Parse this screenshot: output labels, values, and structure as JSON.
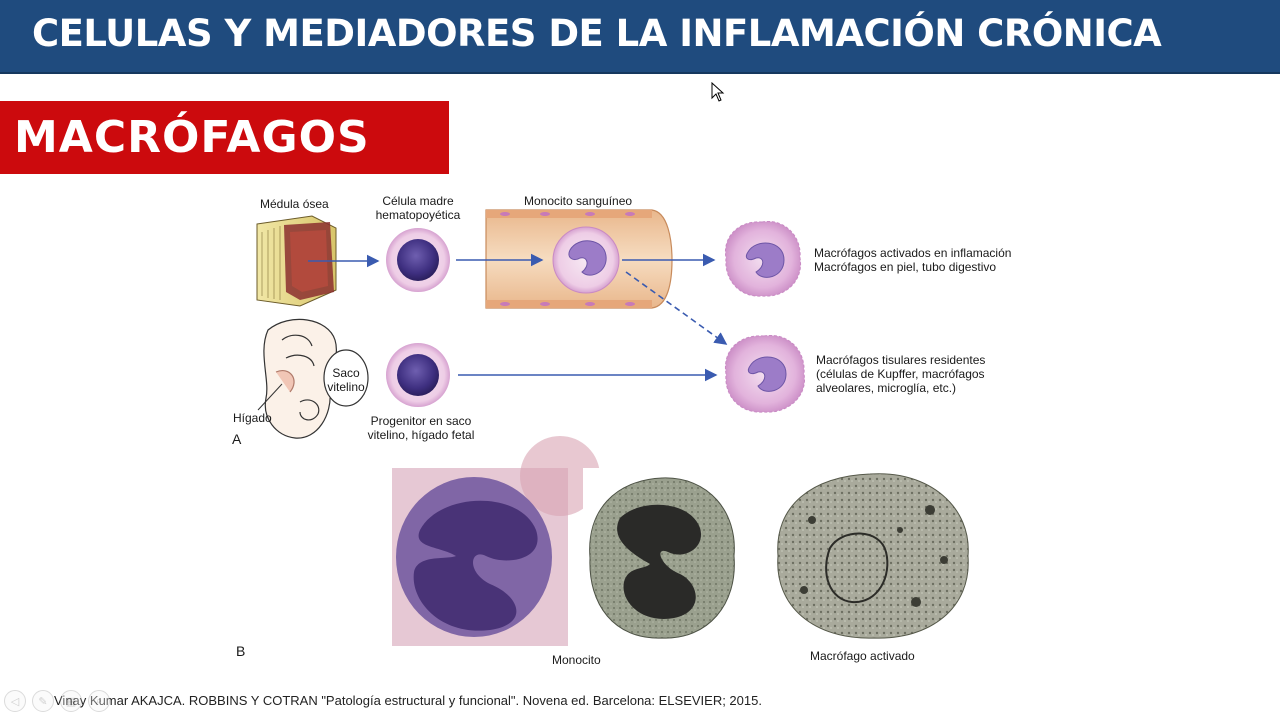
{
  "slide": {
    "title": "CELULAS Y MEDIADORES DE LA INFLAMACIÓN CRÓNICA",
    "section_title": "MACRÓFAGOS",
    "citation": "Vinay Kumar AKAJCA. ROBBINS Y COTRAN \"Patología estructural y funcional\". Novena ed. Barcelona: ELSEVIER; 2015."
  },
  "figure": {
    "panel_a": {
      "panel_label": "A",
      "bone_marrow": "Médula ósea",
      "stem_cell_line1": "Célula madre",
      "stem_cell_line2": "hematopoyética",
      "blood_monocyte": "Monocito sanguíneo",
      "activated_line1": "Macrófagos activados en inflamación",
      "activated_line2": "Macrófagos en piel, tubo digestivo",
      "yolk_sac_line1": "Saco",
      "yolk_sac_line2": "vitelino",
      "liver": "Hígado",
      "progenitor_line1": "Progenitor en saco",
      "progenitor_line2": "vitelino, hígado fetal",
      "resident_line1": "Macrófagos tisulares residentes",
      "resident_line2": "(células de Kupffer, macrófagos",
      "resident_line3": "alveolares, microglía, etc.)"
    },
    "panel_b": {
      "panel_label": "B",
      "monocyte_caption": "Monocito",
      "activated_caption": "Macrófago activado"
    }
  },
  "colors": {
    "title_bar": "#1f4b7e",
    "section_box": "#cc0a0d",
    "arrow": "#3a5bb0",
    "cell_nucleus": "#4b3a8c",
    "macrophage": "#c98ac4"
  },
  "icons": {
    "cursor": "mouse-pointer-icon",
    "nav_prev": "previous-slide-icon",
    "nav_next": "next-slide-icon"
  }
}
